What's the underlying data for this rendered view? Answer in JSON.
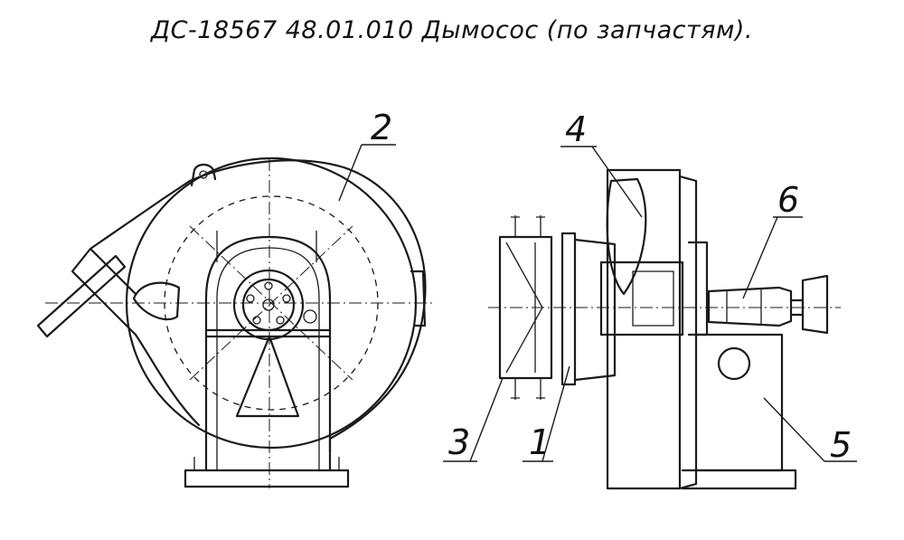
{
  "title": "ДС-18567 48.01.010 Дымосос (по запчастям).",
  "callouts": {
    "c1": "1",
    "c2": "2",
    "c3": "3",
    "c4": "4",
    "c5": "5",
    "c6": "6"
  }
}
